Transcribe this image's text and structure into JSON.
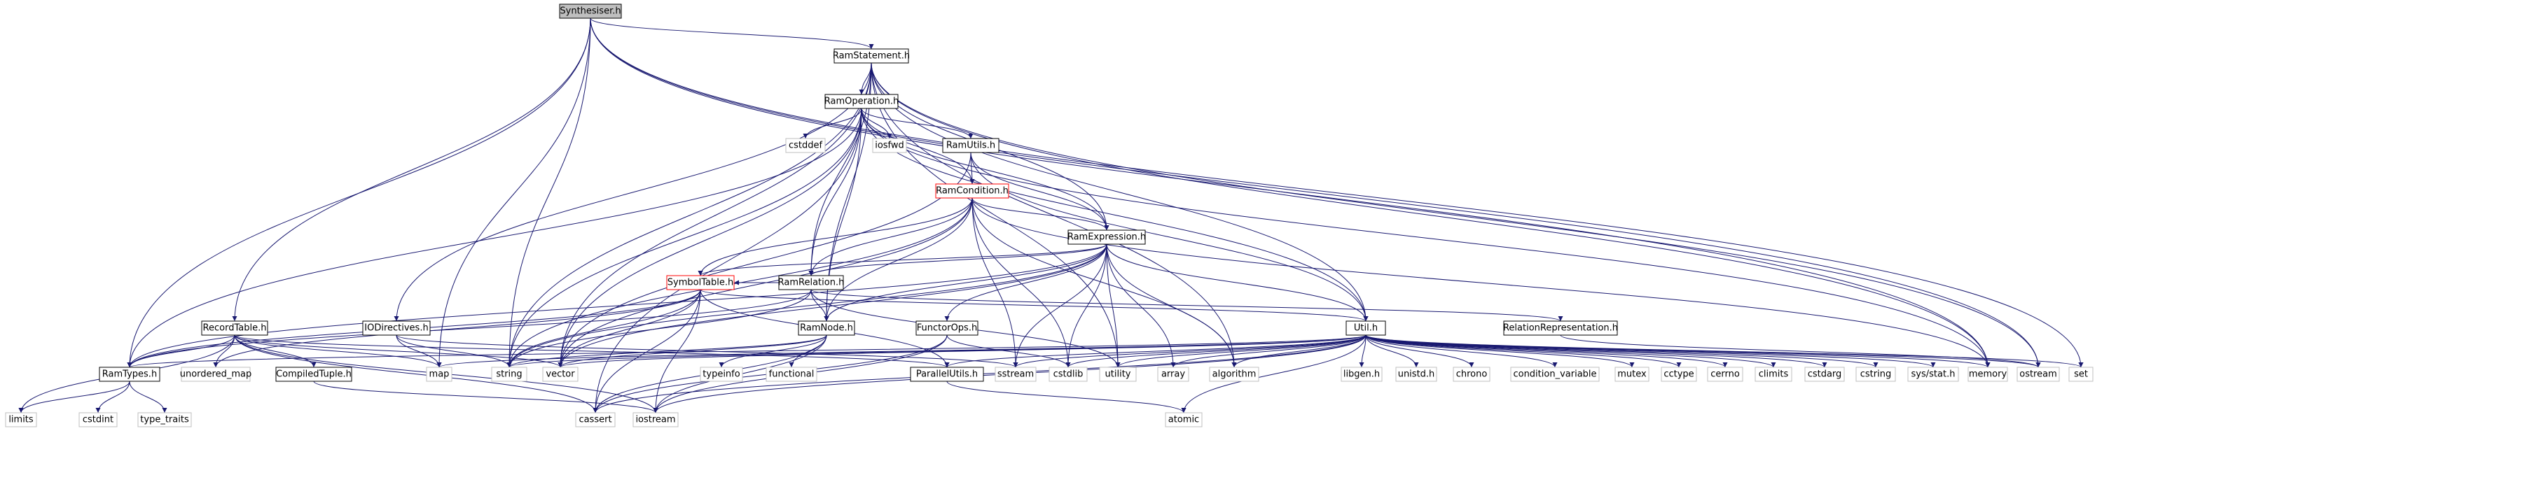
{
  "colors": {
    "edge": "#191970",
    "root_fill": "#bfbfbf",
    "node_fill": "#ffffff",
    "documented_border": "#000000",
    "truncated_border": "#ff0000",
    "external_border": "#bfbfbf",
    "label": "#000000"
  },
  "nodes": {
    "synthesiser_h": {
      "label": "Synthesiser.h",
      "kind": "root"
    },
    "ramstatement_h": {
      "label": "RamStatement.h",
      "kind": "documented"
    },
    "ramoperation_h": {
      "label": "RamOperation.h",
      "kind": "documented"
    },
    "ramutils_h": {
      "label": "RamUtils.h",
      "kind": "documented"
    },
    "ramcondition_h": {
      "label": "RamCondition.h",
      "kind": "truncated"
    },
    "ramexpression_h": {
      "label": "RamExpression.h",
      "kind": "documented"
    },
    "symboltable_h": {
      "label": "SymbolTable.h",
      "kind": "truncated"
    },
    "ramrelation_h": {
      "label": "RamRelation.h",
      "kind": "documented"
    },
    "iodirectives_h": {
      "label": "IODirectives.h",
      "kind": "documented"
    },
    "recordtable_h": {
      "label": "RecordTable.h",
      "kind": "documented"
    },
    "ramnode_h": {
      "label": "RamNode.h",
      "kind": "documented"
    },
    "functorops_h": {
      "label": "FunctorOps.h",
      "kind": "documented"
    },
    "util_h": {
      "label": "Util.h",
      "kind": "documented"
    },
    "relationrepresentation_h": {
      "label": "RelationRepresentation.h",
      "kind": "documented"
    },
    "ramtypes_h": {
      "label": "RamTypes.h",
      "kind": "documented"
    },
    "compiledtuple_h": {
      "label": "CompiledTuple.h",
      "kind": "documented"
    },
    "parallelutils_h": {
      "label": "ParallelUtils.h",
      "kind": "documented"
    },
    "cstddef": {
      "label": "cstddef",
      "kind": "external"
    },
    "iosfwd": {
      "label": "iosfwd",
      "kind": "external"
    },
    "unordered_map": {
      "label": "unordered_map",
      "kind": "external"
    },
    "map": {
      "label": "map",
      "kind": "external"
    },
    "string": {
      "label": "string",
      "kind": "external"
    },
    "vector": {
      "label": "vector",
      "kind": "external"
    },
    "typeinfo": {
      "label": "typeinfo",
      "kind": "external"
    },
    "functional": {
      "label": "functional",
      "kind": "external"
    },
    "sstream": {
      "label": "sstream",
      "kind": "external"
    },
    "cstdlib": {
      "label": "cstdlib",
      "kind": "external"
    },
    "utility": {
      "label": "utility",
      "kind": "external"
    },
    "array": {
      "label": "array",
      "kind": "external"
    },
    "algorithm": {
      "label": "algorithm",
      "kind": "external"
    },
    "libgen_h": {
      "label": "libgen.h",
      "kind": "external"
    },
    "unistd_h": {
      "label": "unistd.h",
      "kind": "external"
    },
    "chrono": {
      "label": "chrono",
      "kind": "external"
    },
    "condition_variable": {
      "label": "condition_variable",
      "kind": "external"
    },
    "mutex": {
      "label": "mutex",
      "kind": "external"
    },
    "cctype": {
      "label": "cctype",
      "kind": "external"
    },
    "cerrno": {
      "label": "cerrno",
      "kind": "external"
    },
    "climits": {
      "label": "climits",
      "kind": "external"
    },
    "cstdarg": {
      "label": "cstdarg",
      "kind": "external"
    },
    "cstring": {
      "label": "cstring",
      "kind": "external"
    },
    "sys_stat_h": {
      "label": "sys/stat.h",
      "kind": "external"
    },
    "memory": {
      "label": "memory",
      "kind": "external"
    },
    "ostream": {
      "label": "ostream",
      "kind": "external"
    },
    "set": {
      "label": "set",
      "kind": "external"
    },
    "limits": {
      "label": "limits",
      "kind": "external"
    },
    "cstdint": {
      "label": "cstdint",
      "kind": "external"
    },
    "type_traits": {
      "label": "type_traits",
      "kind": "external"
    },
    "cassert": {
      "label": "cassert",
      "kind": "external"
    },
    "iostream": {
      "label": "iostream",
      "kind": "external"
    },
    "atomic": {
      "label": "atomic",
      "kind": "external"
    }
  },
  "edges": [
    [
      "synthesiser_h",
      "ramstatement_h"
    ],
    [
      "synthesiser_h",
      "recordtable_h"
    ],
    [
      "synthesiser_h",
      "ramtypes_h"
    ],
    [
      "synthesiser_h",
      "map"
    ],
    [
      "synthesiser_h",
      "string"
    ],
    [
      "synthesiser_h",
      "memory"
    ],
    [
      "synthesiser_h",
      "ostream"
    ],
    [
      "synthesiser_h",
      "set"
    ],
    [
      "ramstatement_h",
      "ramoperation_h"
    ],
    [
      "ramstatement_h",
      "ramrelation_h"
    ],
    [
      "ramstatement_h",
      "ramexpression_h"
    ],
    [
      "ramstatement_h",
      "iodirectives_h"
    ],
    [
      "ramstatement_h",
      "util_h"
    ],
    [
      "ramstatement_h",
      "ramnode_h"
    ],
    [
      "ramstatement_h",
      "string"
    ],
    [
      "ramstatement_h",
      "vector"
    ],
    [
      "ramstatement_h",
      "memory"
    ],
    [
      "ramstatement_h",
      "ostream"
    ],
    [
      "ramstatement_h",
      "algorithm"
    ],
    [
      "ramstatement_h",
      "utility"
    ],
    [
      "ramoperation_h",
      "ramutils_h"
    ],
    [
      "ramoperation_h",
      "ramcondition_h"
    ],
    [
      "ramoperation_h",
      "ramexpression_h"
    ],
    [
      "ramoperation_h",
      "ramrelation_h"
    ],
    [
      "ramoperation_h",
      "ramnode_h"
    ],
    [
      "ramoperation_h",
      "ramtypes_h"
    ],
    [
      "ramoperation_h",
      "util_h"
    ],
    [
      "ramoperation_h",
      "cstddef"
    ],
    [
      "ramoperation_h",
      "iosfwd"
    ],
    [
      "ramoperation_h",
      "string"
    ],
    [
      "ramoperation_h",
      "vector"
    ],
    [
      "ramoperation_h",
      "memory"
    ],
    [
      "ramoperation_h",
      "cassert"
    ],
    [
      "ramutils_h",
      "ramcondition_h"
    ],
    [
      "ramutils_h",
      "ramexpression_h"
    ],
    [
      "ramutils_h",
      "util_h"
    ],
    [
      "ramutils_h",
      "vector"
    ],
    [
      "ramcondition_h",
      "ramexpression_h"
    ],
    [
      "ramcondition_h",
      "ramrelation_h"
    ],
    [
      "ramcondition_h",
      "symboltable_h"
    ],
    [
      "ramcondition_h",
      "ramnode_h"
    ],
    [
      "ramcondition_h",
      "string"
    ],
    [
      "ramcondition_h",
      "vector"
    ],
    [
      "ramcondition_h",
      "memory"
    ],
    [
      "ramcondition_h",
      "algorithm"
    ],
    [
      "ramcondition_h",
      "sstream"
    ],
    [
      "ramcondition_h",
      "cstdlib"
    ],
    [
      "ramexpression_h",
      "ramrelation_h"
    ],
    [
      "ramexpression_h",
      "symboltable_h"
    ],
    [
      "ramexpression_h",
      "ramnode_h"
    ],
    [
      "ramexpression_h",
      "functorops_h"
    ],
    [
      "ramexpression_h",
      "util_h"
    ],
    [
      "ramexpression_h",
      "ramtypes_h"
    ],
    [
      "ramexpression_h",
      "vector"
    ],
    [
      "ramexpression_h",
      "sstream"
    ],
    [
      "ramexpression_h",
      "cstdlib"
    ],
    [
      "ramexpression_h",
      "utility"
    ],
    [
      "ramexpression_h",
      "array"
    ],
    [
      "ramexpression_h",
      "algorithm"
    ],
    [
      "ramexpression_h",
      "string"
    ],
    [
      "symboltable_h",
      "ramtypes_h"
    ],
    [
      "symboltable_h",
      "parallelutils_h"
    ],
    [
      "symboltable_h",
      "util_h"
    ],
    [
      "symboltable_h",
      "unordered_map"
    ],
    [
      "symboltable_h",
      "string"
    ],
    [
      "symboltable_h",
      "vector"
    ],
    [
      "symboltable_h",
      "cassert"
    ],
    [
      "symboltable_h",
      "iostream"
    ],
    [
      "ramrelation_h",
      "ramnode_h"
    ],
    [
      "ramrelation_h",
      "relationrepresentation_h"
    ],
    [
      "ramrelation_h",
      "ramtypes_h"
    ],
    [
      "ramrelation_h",
      "symboltable_h"
    ],
    [
      "ramrelation_h",
      "string"
    ],
    [
      "ramrelation_h",
      "utility"
    ],
    [
      "iodirectives_h",
      "map"
    ],
    [
      "iodirectives_h",
      "string"
    ],
    [
      "iodirectives_h",
      "sstream"
    ],
    [
      "recordtable_h",
      "ramtypes_h"
    ],
    [
      "recordtable_h",
      "compiledtuple_h"
    ],
    [
      "recordtable_h",
      "parallelutils_h"
    ],
    [
      "recordtable_h",
      "unordered_map"
    ],
    [
      "recordtable_h",
      "map"
    ],
    [
      "recordtable_h",
      "vector"
    ],
    [
      "recordtable_h",
      "limits"
    ],
    [
      "recordtable_h",
      "cassert"
    ],
    [
      "recordtable_h",
      "iostream"
    ],
    [
      "ramnode_h",
      "typeinfo"
    ],
    [
      "ramnode_h",
      "functional"
    ],
    [
      "ramnode_h",
      "vector"
    ],
    [
      "ramnode_h",
      "string"
    ],
    [
      "ramnode_h",
      "cassert"
    ],
    [
      "ramnode_h",
      "iostream"
    ],
    [
      "functorops_h",
      "cstdlib"
    ],
    [
      "functorops_h",
      "cassert"
    ],
    [
      "functorops_h",
      "iostream"
    ],
    [
      "util_h",
      "ramtypes_h"
    ],
    [
      "util_h",
      "parallelutils_h"
    ],
    [
      "util_h",
      "map"
    ],
    [
      "util_h",
      "string"
    ],
    [
      "util_h",
      "vector"
    ],
    [
      "util_h",
      "sstream"
    ],
    [
      "util_h",
      "cstdlib"
    ],
    [
      "util_h",
      "utility"
    ],
    [
      "util_h",
      "array"
    ],
    [
      "util_h",
      "algorithm"
    ],
    [
      "util_h",
      "libgen_h"
    ],
    [
      "util_h",
      "unistd_h"
    ],
    [
      "util_h",
      "chrono"
    ],
    [
      "util_h",
      "condition_variable"
    ],
    [
      "util_h",
      "mutex"
    ],
    [
      "util_h",
      "cctype"
    ],
    [
      "util_h",
      "cerrno"
    ],
    [
      "util_h",
      "climits"
    ],
    [
      "util_h",
      "cstdarg"
    ],
    [
      "util_h",
      "cstring"
    ],
    [
      "util_h",
      "sys_stat_h"
    ],
    [
      "util_h",
      "memory"
    ],
    [
      "util_h",
      "ostream"
    ],
    [
      "util_h",
      "set"
    ],
    [
      "util_h",
      "cassert"
    ],
    [
      "util_h",
      "iostream"
    ],
    [
      "util_h",
      "atomic"
    ],
    [
      "relationrepresentation_h",
      "ostream"
    ],
    [
      "ramtypes_h",
      "limits"
    ],
    [
      "ramtypes_h",
      "cstdint"
    ],
    [
      "ramtypes_h",
      "type_traits"
    ],
    [
      "compiledtuple_h",
      "iostream"
    ],
    [
      "parallelutils_h",
      "atomic"
    ]
  ]
}
